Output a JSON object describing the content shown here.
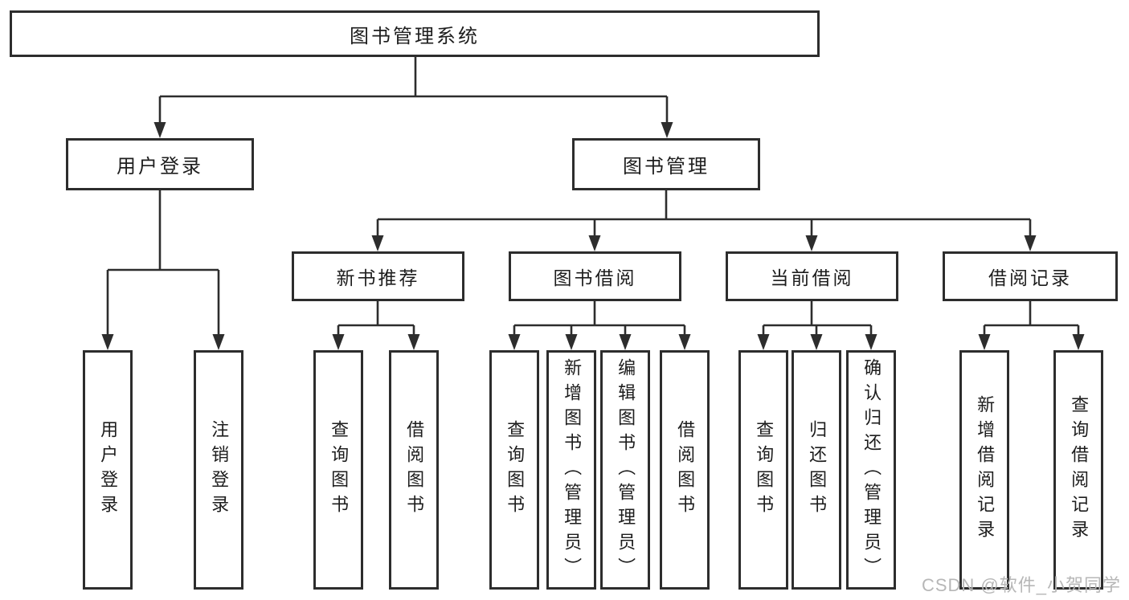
{
  "diagram": {
    "root": {
      "label": "图书管理系统"
    },
    "branches": [
      {
        "label": "用户登录",
        "children": [
          {
            "label": "用户登录"
          },
          {
            "label": "注销登录"
          }
        ]
      },
      {
        "label": "图书管理",
        "sections": [
          {
            "label": "新书推荐",
            "children": [
              {
                "label": "查询图书"
              },
              {
                "label": "借阅图书"
              }
            ]
          },
          {
            "label": "图书借阅",
            "children": [
              {
                "label": "查询图书"
              },
              {
                "label": "新增图书（管理员）"
              },
              {
                "label": "编辑图书（管理员）"
              },
              {
                "label": "借阅图书"
              }
            ]
          },
          {
            "label": "当前借阅",
            "children": [
              {
                "label": "查询图书"
              },
              {
                "label": "归还图书"
              },
              {
                "label": "确认归还（管理员）"
              }
            ]
          },
          {
            "label": "借阅记录",
            "children": [
              {
                "label": "新增借阅记录"
              },
              {
                "label": "查询借阅记录"
              }
            ]
          }
        ]
      }
    ]
  },
  "watermark": {
    "text": "CSDN @软件_小贺同学"
  },
  "colors": {
    "line": "#2d2d2d",
    "text": "#1d1d1d",
    "watermark": "#b7b7b7"
  }
}
